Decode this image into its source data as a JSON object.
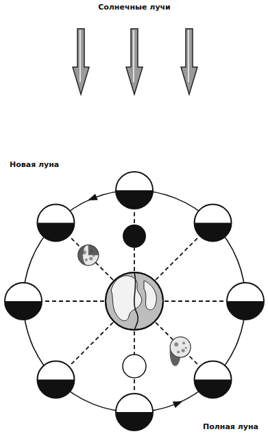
{
  "diagram": {
    "labels": [
      "Солнечные лучи",
      "Новая луна",
      "Полная луна"
    ]
  }
}
